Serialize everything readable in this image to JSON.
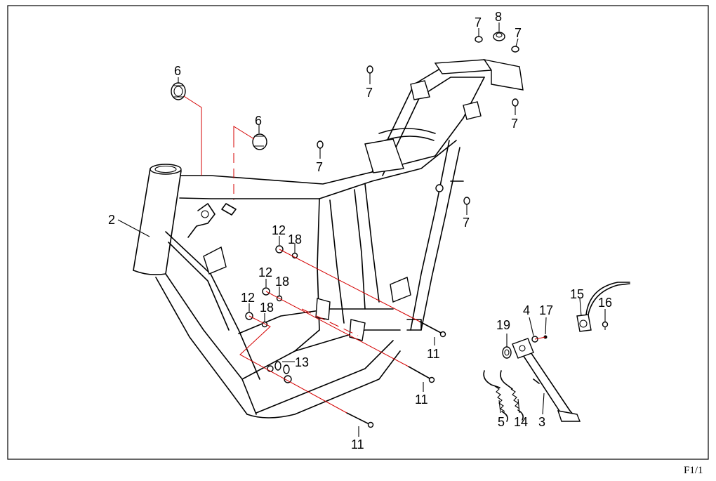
{
  "diagram": {
    "labels": {
      "frame": "2",
      "side_stand": "3",
      "pivot_bolt": "4",
      "spring_a": "5",
      "cap_left": "6",
      "cap_center": "6",
      "grommet_top_left": "7",
      "grommet_top_right": "7",
      "grommet_center": "7",
      "grommet_mid_left": "7",
      "grommet_right": "7",
      "grommet_mid_right": "7",
      "rubber_plug": "8",
      "bolt_upper": "11",
      "bolt_middle": "11",
      "bolt_lower": "11",
      "nut_upper": "12",
      "nut_middle": "12",
      "nut_lower": "12",
      "collar": "13",
      "spring_b": "14",
      "stand_switch": "15",
      "switch_screw": "16",
      "cotter_pin": "17",
      "washer_upper": "18",
      "washer_middle": "18",
      "washer_lower": "18",
      "stand_nut": "19"
    },
    "sheet_number": "F1/1",
    "colors": {
      "leader": "#d40000",
      "ink": "#000000",
      "paper": "#ffffff"
    }
  }
}
